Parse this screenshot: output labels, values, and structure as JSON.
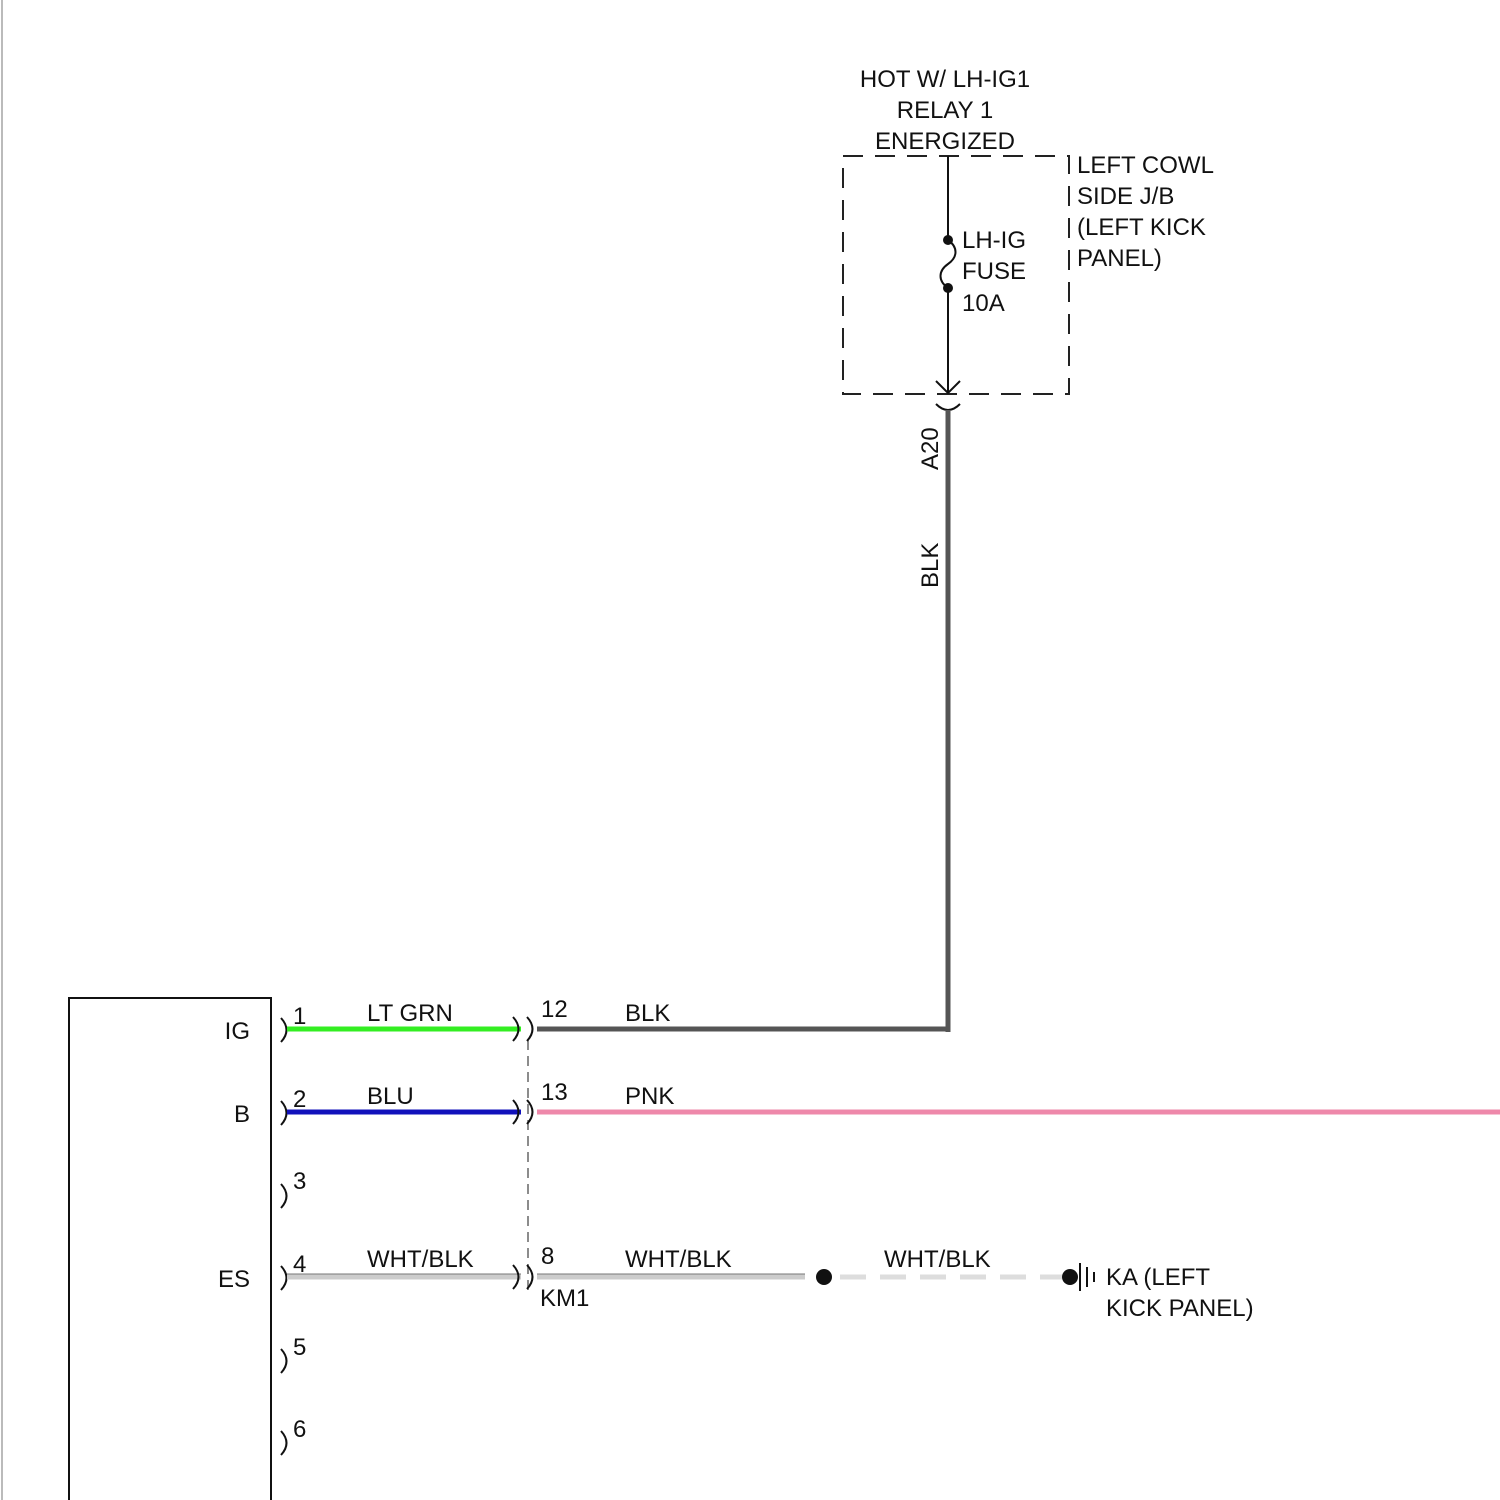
{
  "colors": {
    "blk": "#555555",
    "lt_grn": "#33ee22",
    "blu": "#1111bb",
    "pnk": "#ee88aa",
    "wht_blk": "#cccccc",
    "line": "#111111"
  },
  "power": {
    "line1": "HOT W/ LH-IG1",
    "line2": "RELAY 1",
    "line3": "ENERGIZED"
  },
  "junction_box": {
    "line1": "LEFT COWL",
    "line2": "SIDE J/B",
    "line3": "(LEFT KICK",
    "line4": "PANEL)"
  },
  "fuse": {
    "line1": "LH-IG",
    "line2": "FUSE",
    "line3": "10A"
  },
  "vertical_wire": {
    "connector": "A20",
    "color": "BLK"
  },
  "component": {
    "pins": [
      {
        "num": "1",
        "label": "IG"
      },
      {
        "num": "2",
        "label": "B"
      },
      {
        "num": "3",
        "label": ""
      },
      {
        "num": "4",
        "label": "ES"
      },
      {
        "num": "5",
        "label": ""
      },
      {
        "num": "6",
        "label": ""
      }
    ]
  },
  "wires_left": {
    "pin1": "LT GRN",
    "pin2": "BLU",
    "pin4": "WHT/BLK"
  },
  "connector_km1": {
    "name": "KM1",
    "pin_a": "12",
    "pin_b": "13",
    "pin_c": "8"
  },
  "wires_right": {
    "pin12": "BLK",
    "pin13": "PNK",
    "pin8": "WHT/BLK",
    "ground_run": "WHT/BLK"
  },
  "ground": {
    "line1": "KA (LEFT",
    "line2": "KICK PANEL)"
  }
}
